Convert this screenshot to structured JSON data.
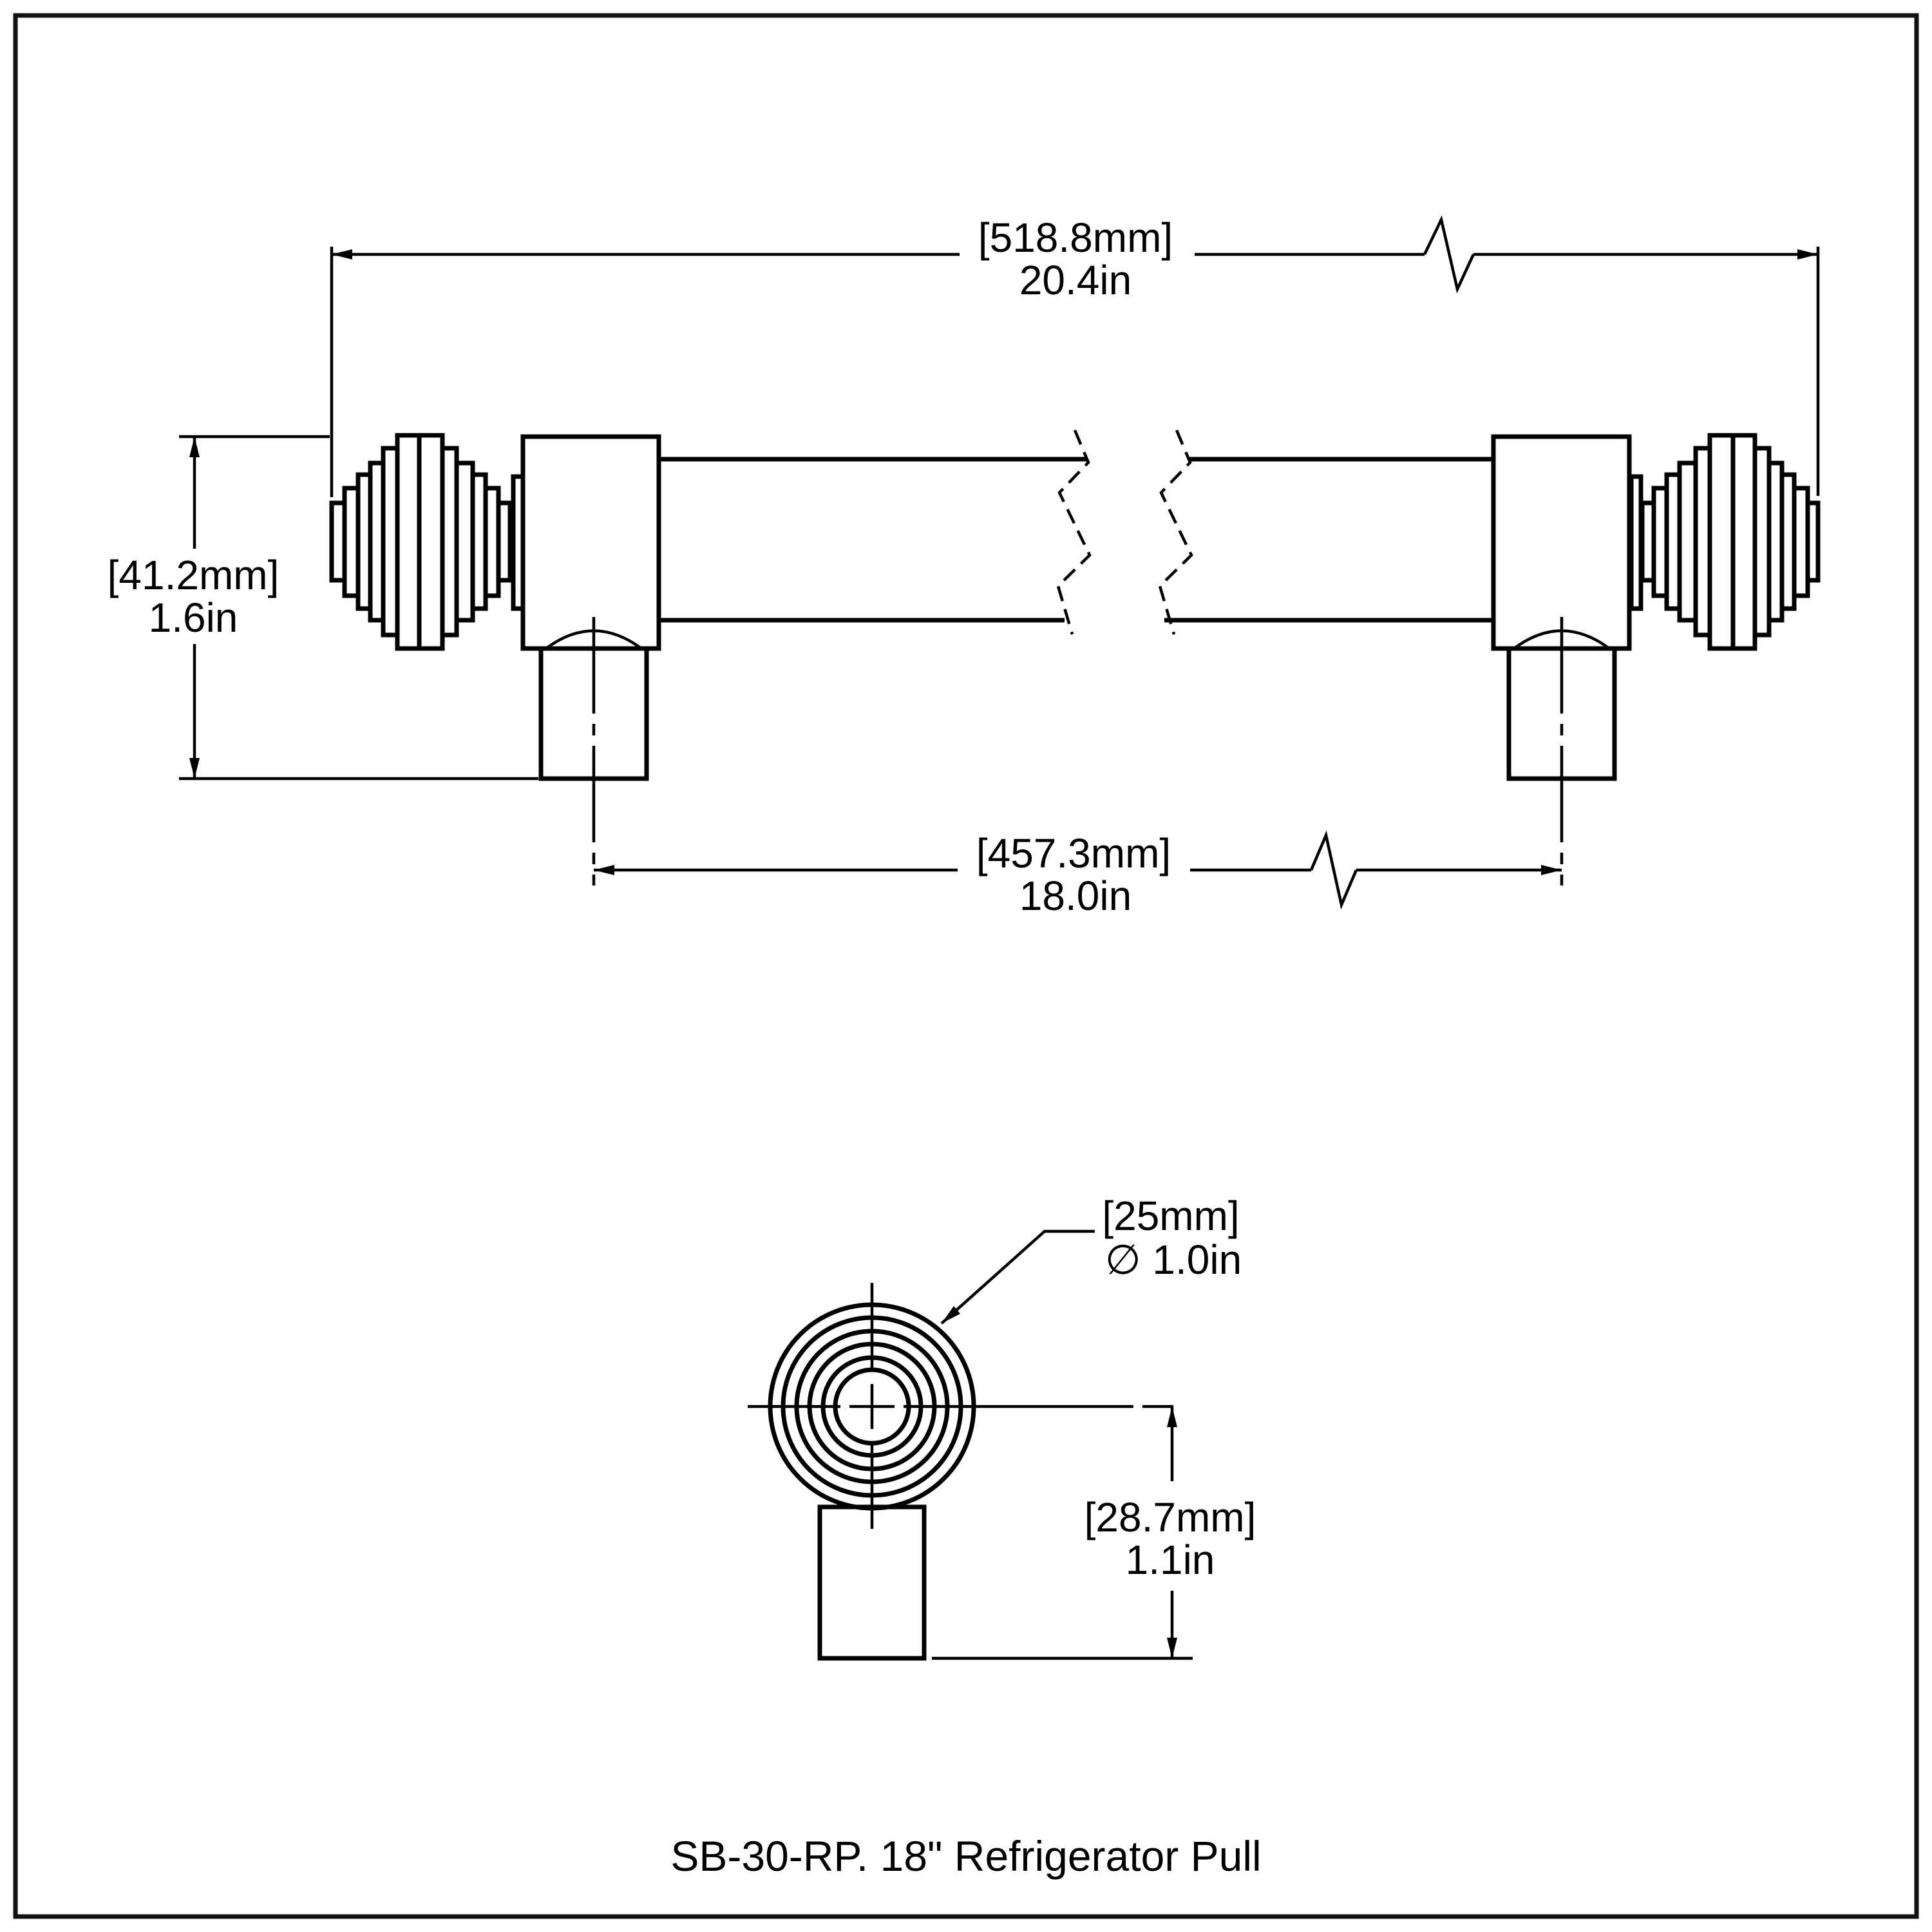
{
  "title": "SB-30-RP. 18\" Refrigerator Pull",
  "colors": {
    "ink": "#000000",
    "paper": "#ffffff"
  },
  "dims": {
    "overall_length": {
      "metric": "[518.8mm]",
      "imperial": "20.4in"
    },
    "height": {
      "metric": "[41.2mm]",
      "imperial": "1.6in"
    },
    "center_to_center": {
      "metric": "[457.3mm]",
      "imperial": "18.0in"
    },
    "end_diameter": {
      "metric": "[25mm]",
      "imperial": "∅ 1.0in"
    },
    "post_offset": {
      "metric": "[28.7mm]",
      "imperial": "1.1in"
    }
  }
}
